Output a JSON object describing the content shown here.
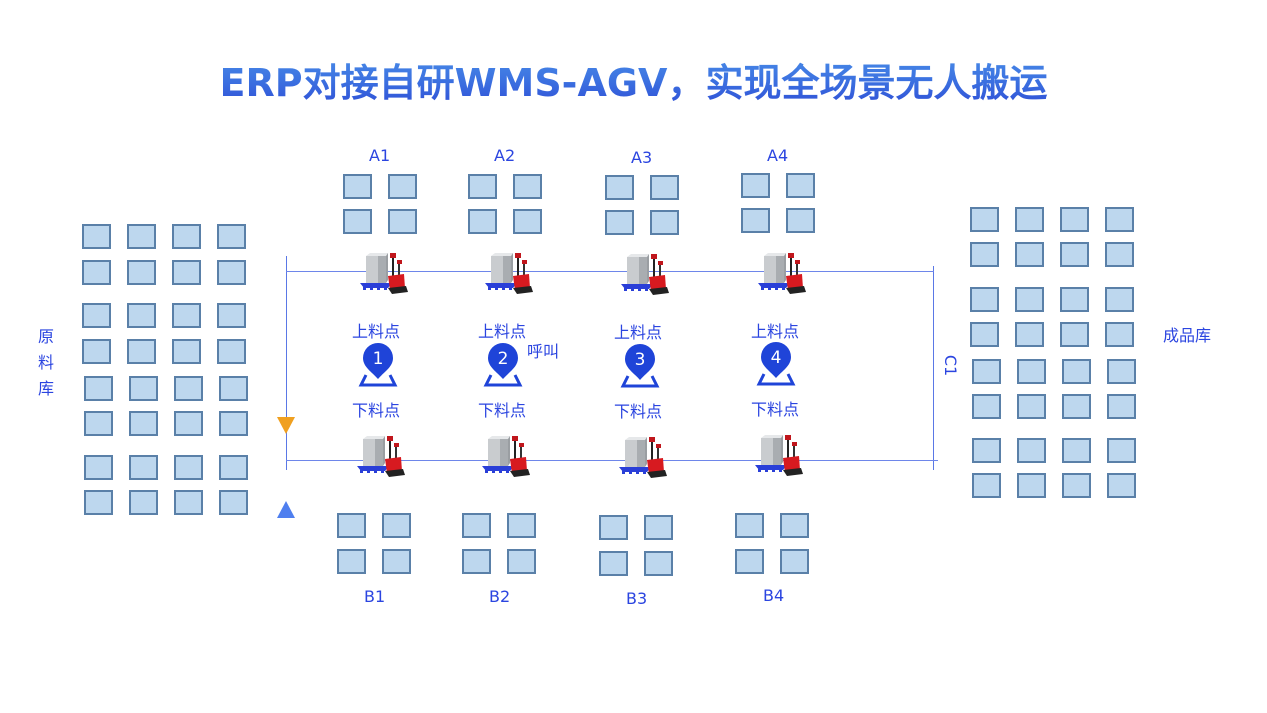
{
  "title": "ERP对接自研WMS-AGV，实现全场景无人搬运",
  "colors": {
    "accent": "#2b45e0",
    "pin": "#1f44d8",
    "cell_fill": "#bdd7ee",
    "cell_border": "#5a80a8",
    "track_line": "#6e86ea",
    "arrow_down": "#f0a020",
    "arrow_up": "#4f7fef"
  },
  "warehouses": {
    "raw": {
      "label_chars": [
        "原",
        "料",
        "库"
      ],
      "label": "原料库",
      "rows": 8,
      "cols": 4
    },
    "finished": {
      "label": "成品库",
      "rows": 8,
      "cols": 4
    }
  },
  "stations_top": [
    {
      "label": "A1"
    },
    {
      "label": "A2"
    },
    {
      "label": "A3"
    },
    {
      "label": "A4"
    }
  ],
  "stations_bottom": [
    {
      "label": "B1"
    },
    {
      "label": "B2"
    },
    {
      "label": "B3"
    },
    {
      "label": "B4"
    }
  ],
  "side_station": {
    "label": "C1"
  },
  "points": [
    {
      "number": "1",
      "upper_label": "上料点",
      "lower_label": "下料点",
      "icon": "location-pin-icon"
    },
    {
      "number": "2",
      "upper_label": "上料点",
      "lower_label": "下料点",
      "icon": "location-pin-icon",
      "call_label": "呼叫"
    },
    {
      "number": "3",
      "upper_label": "上料点",
      "lower_label": "下料点",
      "icon": "location-pin-icon"
    },
    {
      "number": "4",
      "upper_label": "上料点",
      "lower_label": "下料点",
      "icon": "location-pin-icon"
    }
  ],
  "agvs": {
    "top_count": 4,
    "bottom_count": 4,
    "icon": "agv-pallet-truck-icon"
  },
  "arrows": [
    {
      "name": "down-arrow",
      "direction": "down",
      "color": "#f0a020"
    },
    {
      "name": "up-arrow",
      "direction": "up",
      "color": "#4f7fef"
    }
  ]
}
